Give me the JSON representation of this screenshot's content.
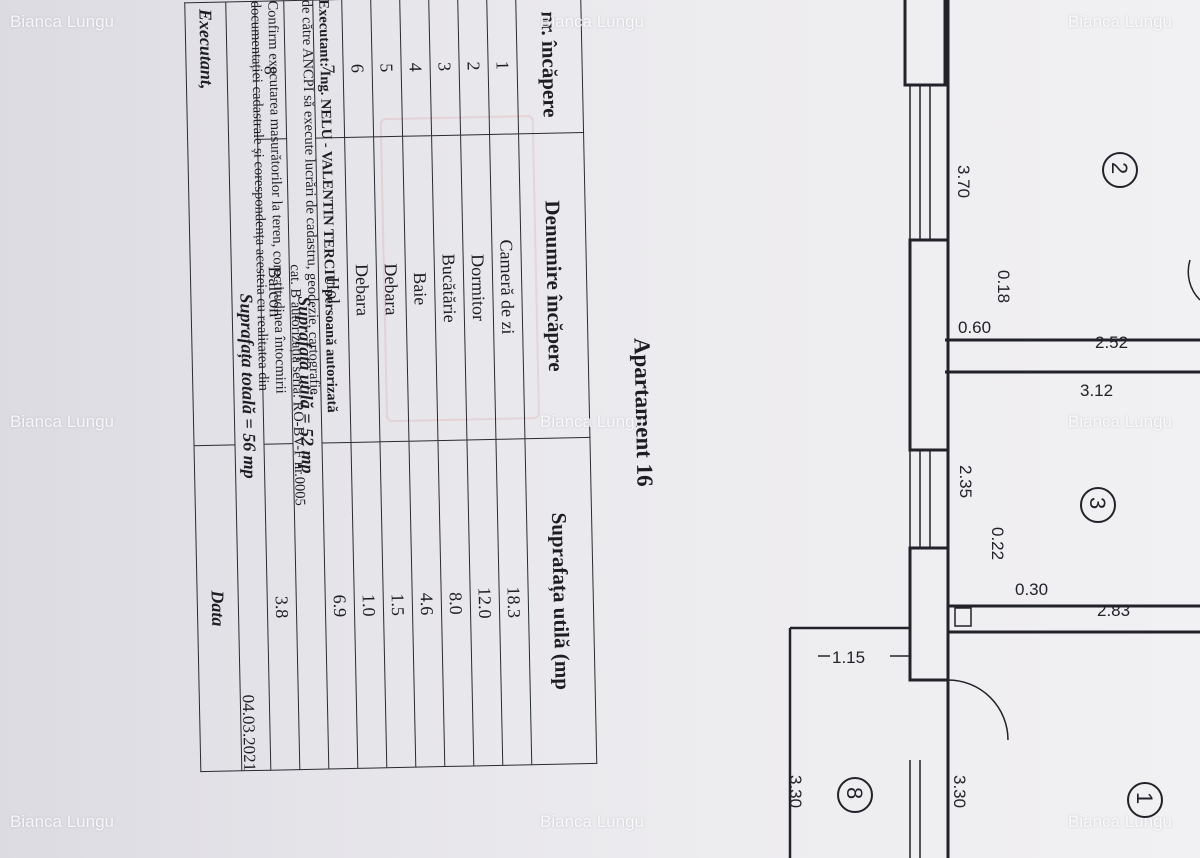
{
  "title": "Apartament 16",
  "table": {
    "headers": {
      "nr": "nr. încăpere",
      "name": "Denumire încăpere",
      "area": "Suprafața utilă (mp"
    },
    "rows": [
      {
        "nr": "1",
        "name": "Cameră de zi",
        "area": "18.3"
      },
      {
        "nr": "2",
        "name": "Dormitor",
        "area": "12.0"
      },
      {
        "nr": "3",
        "name": "Bucătărie",
        "area": "8.0"
      },
      {
        "nr": "4",
        "name": "Baie",
        "area": "4.6"
      },
      {
        "nr": "5",
        "name": "Debara",
        "area": "1.5"
      },
      {
        "nr": "6",
        "name": "Debara",
        "area": "1.0"
      },
      {
        "nr": "7",
        "name": "Hol",
        "area": "6.9"
      }
    ],
    "useful_total": "Suprafața utilă = 52 mp",
    "balcony": {
      "nr": "8",
      "name": "Balcon",
      "area": "3.8"
    },
    "grand_total": "Suprafața totală = 56 mp"
  },
  "footer": {
    "executant_label": "Executant,",
    "date_label": "Data",
    "date_value": "04.03.2021",
    "line1": "Executant: Ing. NELU - VALENTIN TERCIU persoană autorizată",
    "line2": "de către ANCPI să execute lucrări de cadastru, geodezie, cartografie",
    "line3": "cat. B autorizația seria: RO-BV-F nr.0005",
    "line4": "Confirm executarea masurătorilor la teren, corectitudinea întocmirii",
    "line5": "documentației cadastrale și corespondența acesteia cu realitatea din"
  },
  "plan": {
    "dims": [
      "3.70",
      "0.18",
      "0.60",
      "2.52",
      "3.12",
      "2.35",
      "0.22",
      "0.30",
      "2.83",
      "1.15",
      "3.30",
      "3.30"
    ],
    "room_numbers": [
      "2",
      "3",
      "8",
      "1"
    ]
  },
  "watermark": "Bianca Lungu"
}
